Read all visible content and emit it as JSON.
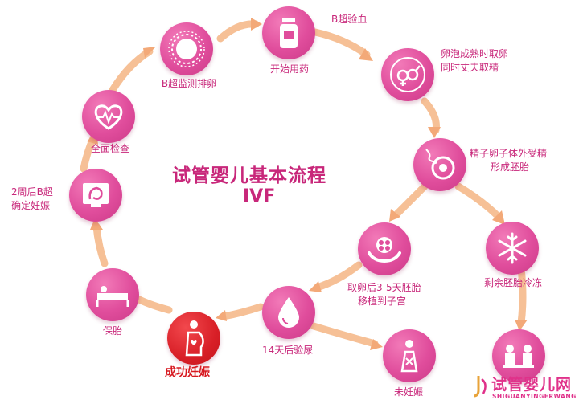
{
  "title": "试管婴儿基本流程",
  "subtitle": "IVF",
  "steps": {
    "full_exam": "全面检查",
    "ultrasound_ovulation": "B超监测排卵",
    "start_medication": "开始用药",
    "ultrasound_blood": "B超验血",
    "retrieve_line1": "卵泡成熟时取卵",
    "retrieve_line2": "同时丈夫取精",
    "fertilize_line1": "精子卵子体外受精",
    "fertilize_line2": "形成胚胎",
    "freeze": "剩余胚胎冷冻",
    "transfer_line1": "取卵后3-5天胚胎",
    "transfer_line2": "移植到子宫",
    "urine_test": "14天后验尿",
    "not_pregnant": "未妊娠",
    "success": "成功妊娠",
    "protect": "保胎",
    "confirm_line1": "2周后B超",
    "confirm_line2": "确定妊娠"
  },
  "logo": {
    "name": "试管婴儿网",
    "pinyin": "SHIGUANYINGERWANG"
  },
  "colors": {
    "node": "#e04d9c",
    "success_node": "#d81f27",
    "text": "#c8277a",
    "arrow": "#f6bf94"
  }
}
